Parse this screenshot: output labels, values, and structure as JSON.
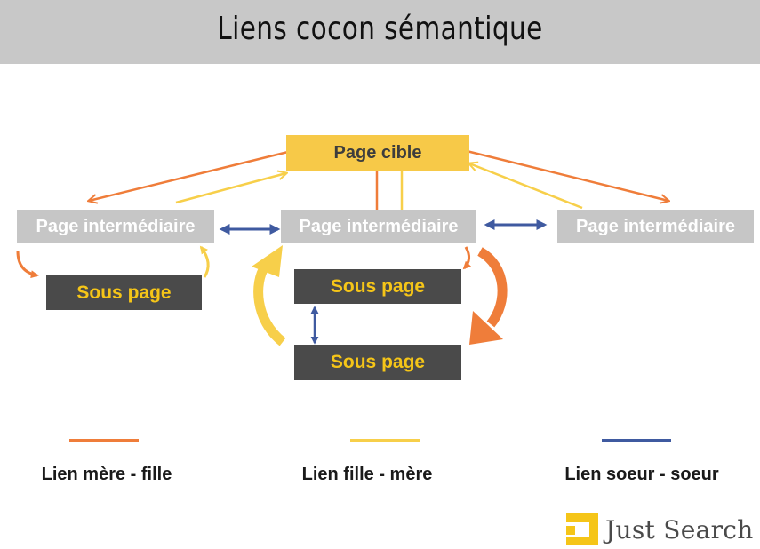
{
  "title": "Liens cocon sémantique",
  "nodes": {
    "target": "Page cible",
    "inter_left": "Page intermédiaire",
    "inter_center": "Page intermédiaire",
    "inter_right": "Page intermédiaire",
    "sub_left": "Sous page",
    "sub_center_top": "Sous page",
    "sub_center_bottom": "Sous page"
  },
  "legend": [
    {
      "label": "Lien mère - fille",
      "color": "#ef7d3a"
    },
    {
      "label": "Lien fille - mère",
      "color": "#f7cf4a"
    },
    {
      "label": "Lien soeur - soeur",
      "color": "#3f5aa0"
    }
  ],
  "brand": {
    "name": "Just Search",
    "logo_color": "#f5c518"
  },
  "colors": {
    "header_bg": "#c8c8c8",
    "target_bg": "#f7c948",
    "inter_bg": "#c6c6c6",
    "sub_bg": "#4a4a4a",
    "sub_text": "#f5c518"
  }
}
